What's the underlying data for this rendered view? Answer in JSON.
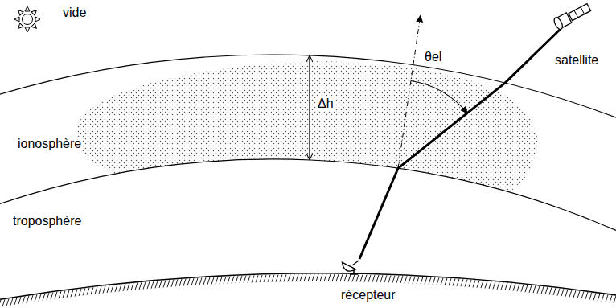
{
  "diagram": {
    "labels": [
      "vide",
      "satellite",
      "Δh",
      "θel",
      "ionosphère",
      "troposphère",
      "récepteur"
    ]
  }
}
